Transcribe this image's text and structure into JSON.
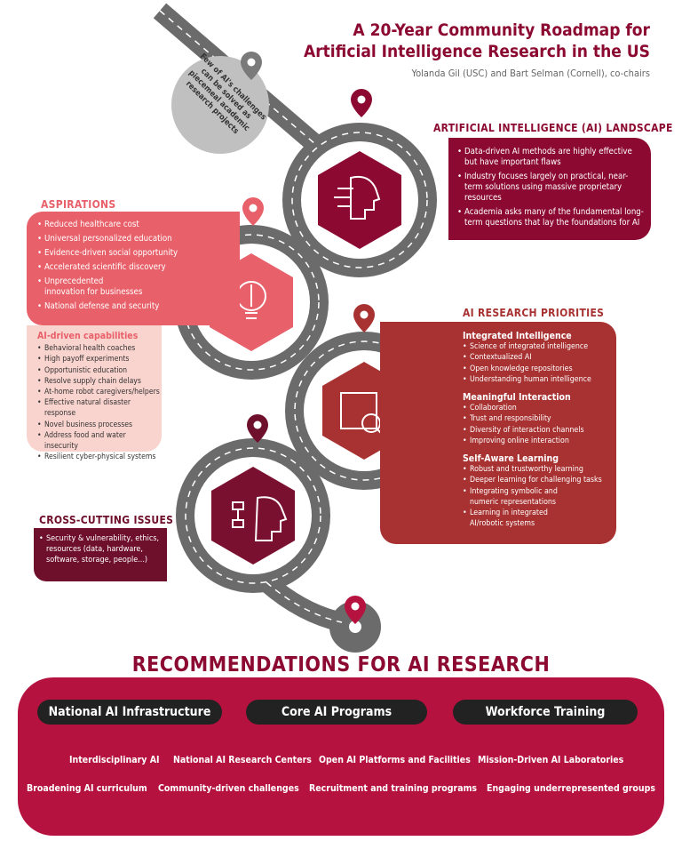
{
  "header": {
    "title_line1": "A 20-Year Community Roadmap for",
    "title_line2": "Artificial Intelligence Research in the US",
    "subtitle": "Yolanda Gil (USC) and Bart Selman (Cornell), co-chairs"
  },
  "callout": {
    "lines": [
      "Few of AI's challenges",
      "can be solved as",
      "piecemeal academic",
      "research projects"
    ]
  },
  "landscape": {
    "heading": "ARTIFICIAL INTELLIGENCE (AI) LANDSCAPE",
    "items": [
      "Data-driven AI methods are highly effective but have important flaws",
      "Industry focuses largely on practical, near-term solutions using massive proprietary resources",
      "Academia asks many of the fundamental long-term questions that lay the foundations for AI"
    ]
  },
  "aspirations": {
    "heading": "ASPIRATIONS",
    "items": [
      "Reduced healthcare cost",
      "Universal personalized education",
      "Evidence-driven social opportunity",
      "Accelerated scientific discovery",
      "Unprecedented innovation for businesses",
      "National defense and security"
    ],
    "capabilities_heading": "AI-driven capabilities",
    "capabilities": [
      "Behavioral health coaches",
      "High payoff experiments",
      "Opportunistic education",
      "Resolve supply chain delays",
      "At-home robot caregivers/helpers",
      "Effective natural disaster response",
      "Novel business processes",
      "Address food and water insecurity",
      "Resilient cyber-physical systems"
    ]
  },
  "priorities": {
    "heading": "AI RESEARCH PRIORITIES",
    "groups": [
      {
        "title": "Integrated Intelligence",
        "items": [
          "Science of integrated intelligence",
          "Contextualized AI",
          "Open knowledge repositories",
          "Understanding human intelligence"
        ]
      },
      {
        "title": "Meaningful Interaction",
        "items": [
          "Collaboration",
          "Trust and responsibility",
          "Diversity of interaction channels",
          "Improving online interaction"
        ]
      },
      {
        "title": "Self-Aware Learning",
        "items": [
          "Robust and trustworthy learning",
          "Deeper learning for challenging tasks",
          "Integrating symbolic and numeric representations",
          "Learning in integrated AI/robotic systems"
        ]
      }
    ]
  },
  "crosscutting": {
    "heading": "CROSS-CUTTING ISSUES",
    "items": [
      "Security & vulnerability, ethics, resources (data, hardware, software, storage, people...)"
    ]
  },
  "recommendations": {
    "heading": "RECOMMENDATIONS FOR AI RESEARCH",
    "pillars": [
      "National AI Infrastructure",
      "Core AI Programs",
      "Workforce Training"
    ],
    "row1": [
      "Interdisciplinary AI",
      "National AI Research Centers",
      "Open AI Platforms and Facilities",
      "Mission-Driven AI Laboratories"
    ],
    "row2": [
      "Broadening AI curriculum",
      "Community-driven challenges",
      "Recruitment and training programs",
      "Engaging underrepresented groups"
    ]
  },
  "colors": {
    "crimson": "#8c0a31",
    "coral": "#e8606a",
    "brick": "#a83232",
    "wine": "#6e0f2b",
    "panel": "#b5123f",
    "road": "#6b6b6b",
    "pink": "#f9d3cd"
  },
  "icons": [
    "ai-head-icon",
    "lightbulb-circuit-icon",
    "magnifier-grid-icon",
    "flowchart-head-icon",
    "map-pin-icon"
  ]
}
